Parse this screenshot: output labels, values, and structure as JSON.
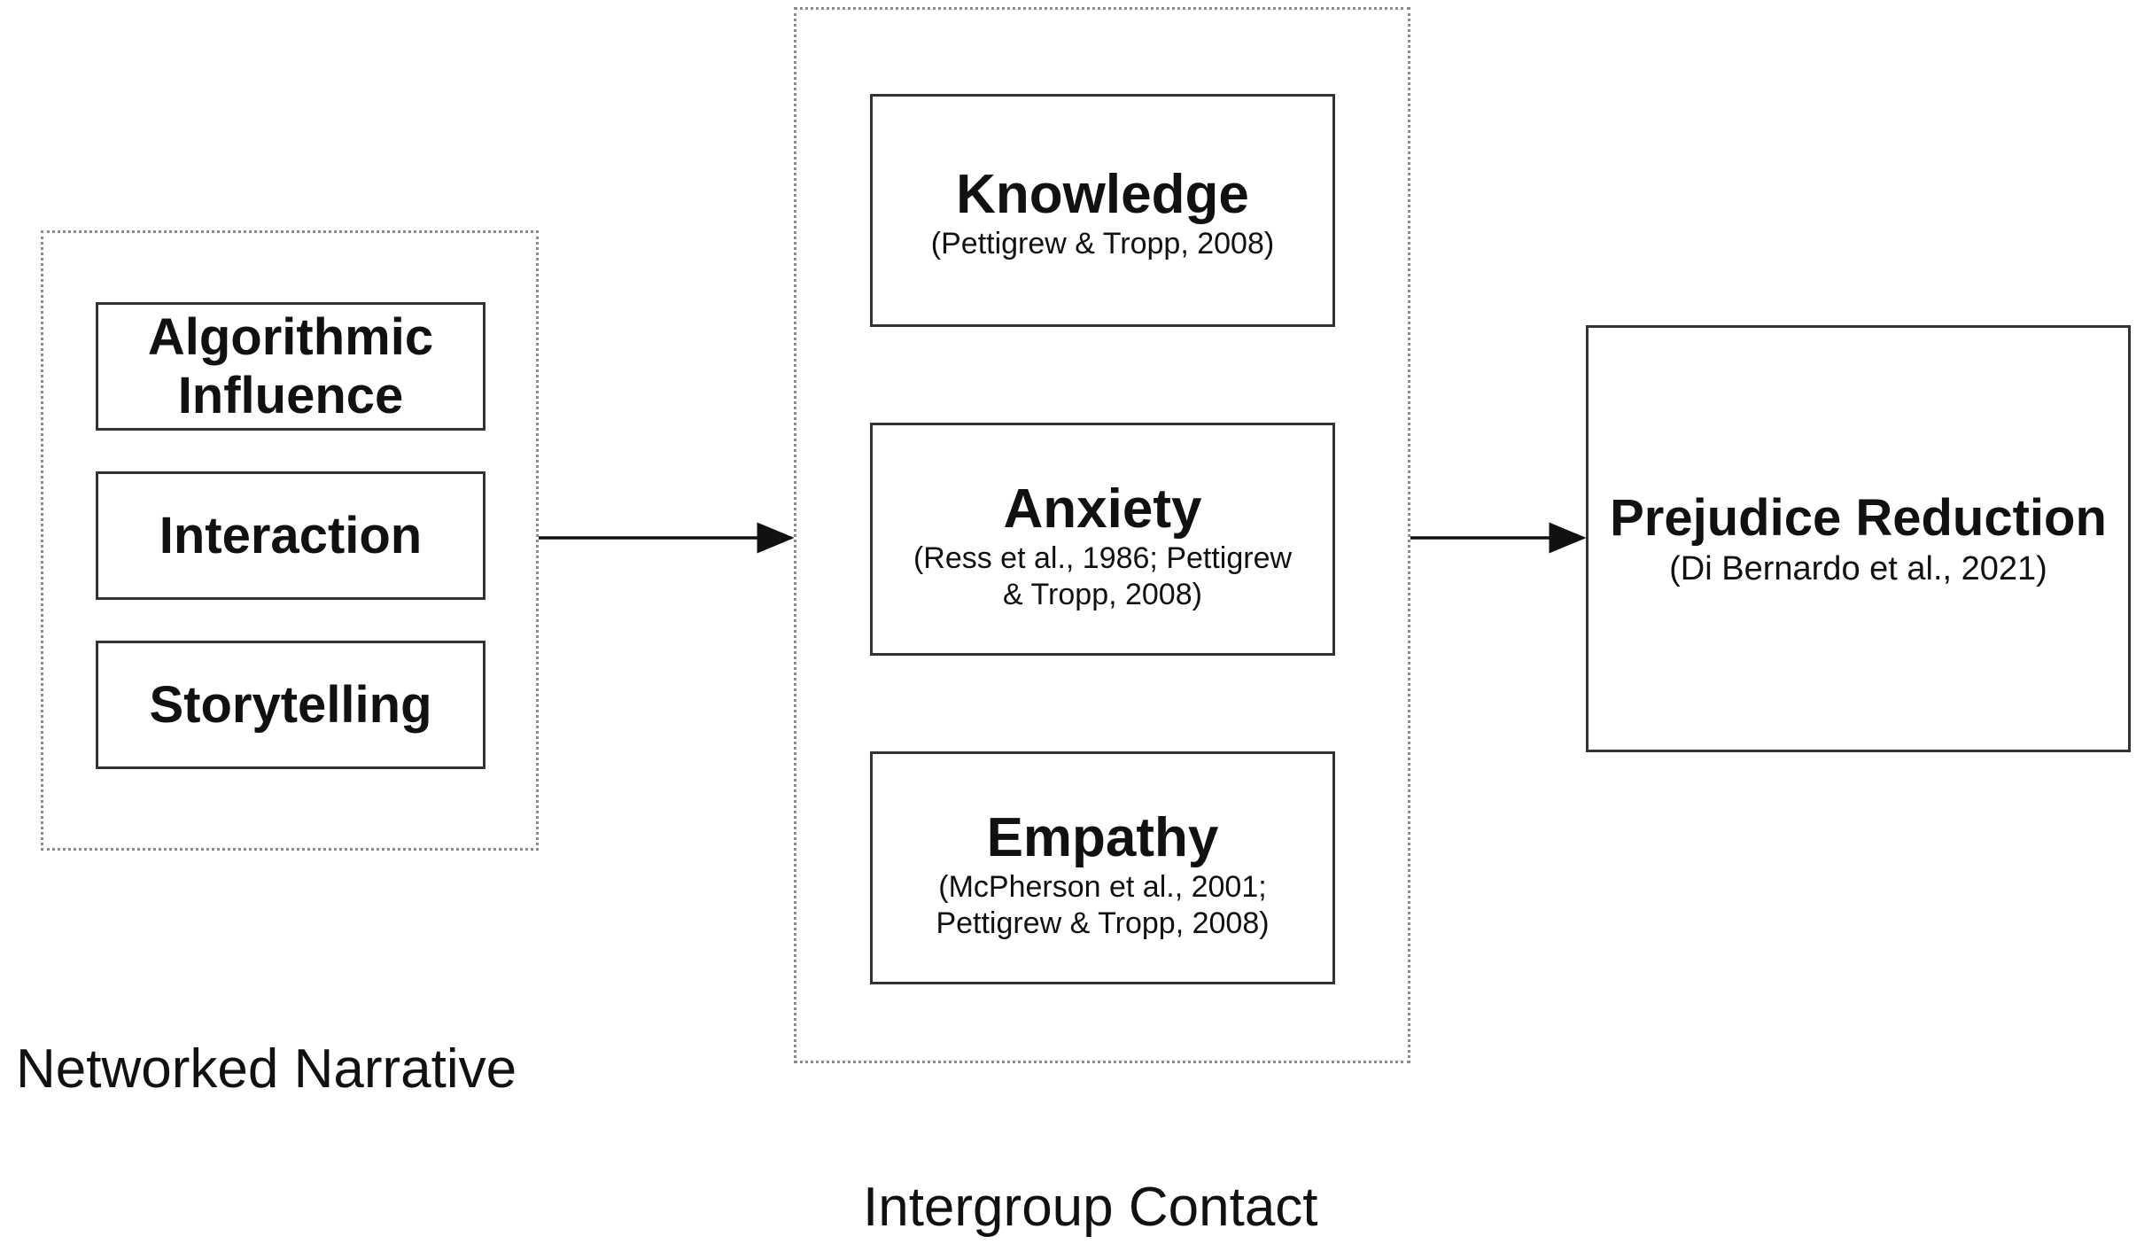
{
  "diagram": {
    "networked_narrative": {
      "label": "Networked Narrative",
      "items": [
        {
          "title": "Algorithmic Influence"
        },
        {
          "title": "Interaction"
        },
        {
          "title": "Storytelling"
        }
      ]
    },
    "intergroup_contact": {
      "label": "Intergroup Contact",
      "items": [
        {
          "title": "Knowledge",
          "citation_lines": [
            "(Pettigrew & Tropp, 2008)"
          ]
        },
        {
          "title": "Anxiety",
          "citation_lines": [
            "(Ress et al., 1986; Pettigrew",
            "& Tropp, 2008)"
          ]
        },
        {
          "title": "Empathy",
          "citation_lines": [
            "(McPherson et al., 2001;",
            "Pettigrew & Tropp, 2008)"
          ]
        }
      ]
    },
    "outcome": {
      "title": "Prejudice Reduction",
      "citation": "(Di Bernardo et al., 2021)"
    }
  }
}
